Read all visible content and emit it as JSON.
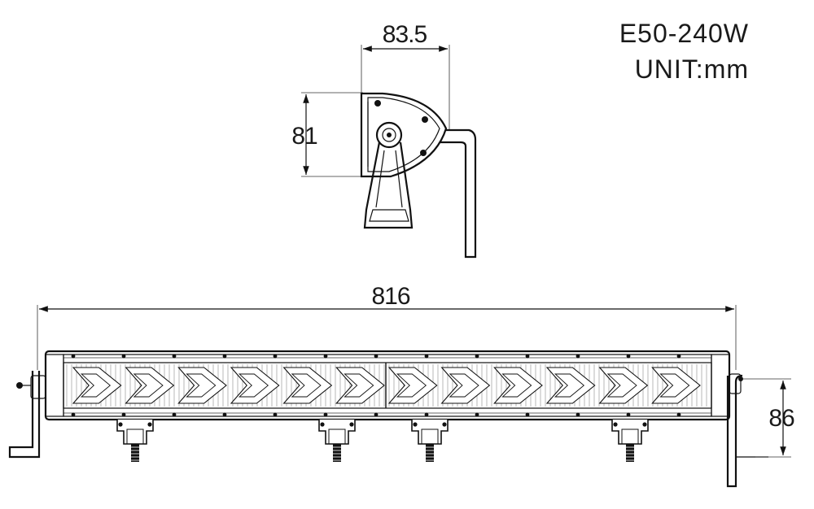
{
  "drawing": {
    "model": "E50-240W",
    "unit_label": "UNIT:mm"
  },
  "side_view": {
    "width_label": "83.5",
    "height_label": "81"
  },
  "front_view": {
    "length_label": "816",
    "bracket_height_label": "86",
    "led_chevrons": 12,
    "mounting_feet": 4
  }
}
